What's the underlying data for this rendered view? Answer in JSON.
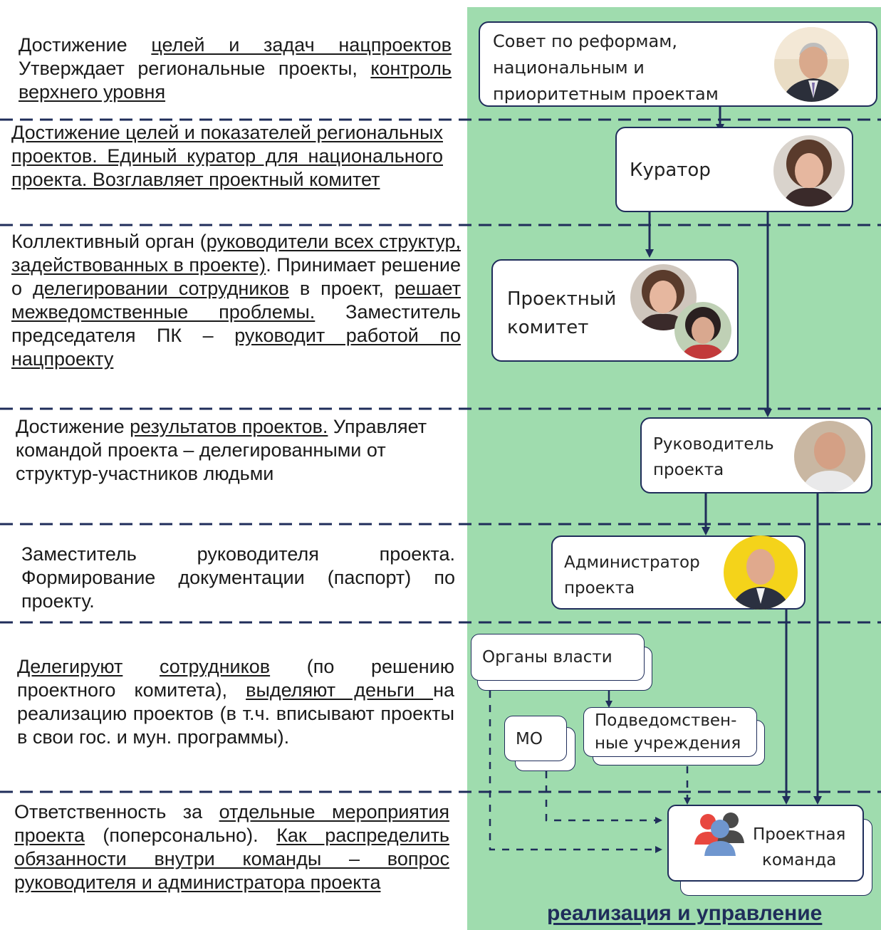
{
  "left_texts": [
    {
      "segments": [
        {
          "t": "Достижение "
        },
        {
          "t": "целей и задач нацпроектов",
          "u": true
        },
        {
          "t": " Утверждает региональные проекты, "
        },
        {
          "t": "контроль верхнего уровня",
          "u": true
        }
      ]
    },
    {
      "segments": [
        {
          "t": "Достижение целей и показателей региональных проектов. Единый куратор для национального проекта. Возглавляет проектный комитет",
          "u": true
        }
      ]
    },
    {
      "segments": [
        {
          "t": "Коллективный орган ("
        },
        {
          "t": "руководители всех структур, задействованных в проекте)",
          "u": true
        },
        {
          "t": ". Принимает решение о "
        },
        {
          "t": "делегировании сотрудников",
          "u": true
        },
        {
          "t": " в проект, "
        },
        {
          "t": "решает межведомственные проблемы.",
          "u": true
        },
        {
          "t": " Заместитель председателя ПК – "
        },
        {
          "t": "руководит работой по нацпроекту",
          "u": true
        }
      ]
    },
    {
      "segments": [
        {
          "t": "Достижение "
        },
        {
          "t": "результатов проектов.",
          "u": true
        },
        {
          "t": " Управляет командой проекта – делегированными от структур-участников людьми"
        }
      ]
    },
    {
      "segments": [
        {
          "t": "Заместитель руководителя проекта. Формирование документации (паспорт) по проекту."
        }
      ]
    },
    {
      "segments": [
        {
          "t": "Делегируют",
          "u": true
        },
        {
          "t": " "
        },
        {
          "t": "сотрудников",
          "u": true
        },
        {
          "t": " (по решению проектного комитета), "
        },
        {
          "t": "выделяют деньги ",
          "u": true
        },
        {
          "t": "на реализацию проектов (в т.ч. вписывают проекты в свои гос. и мун. программы)."
        }
      ]
    },
    {
      "segments": [
        {
          "t": "Ответственность за "
        },
        {
          "t": "отдельные мероприятия проекта",
          "u": true
        },
        {
          "t": " (поперсонально). "
        },
        {
          "t": "Как распределить обязанности внутри команды – вопрос руководителя и администратора проекта",
          "u": true
        }
      ]
    }
  ],
  "nodes": {
    "council": "Совет по реформам,\nнациональным и\nприоритетным проектам",
    "curator": "Куратор",
    "committee": "Проектный\nкомитет",
    "project_head": "Руководитель\nпроекта",
    "administrator": "Администратор\nпроекта",
    "authorities": "Органы власти",
    "mo": "МО",
    "subordinate": "Подведомствен-\nные учреждения",
    "team": "Проектная\nкоманда"
  },
  "footer": "реализация и управление",
  "colors": {
    "panel": "#9fdcae",
    "line": "#1f2d5a",
    "team_icon_red": "#e8473f",
    "team_icon_blue": "#6f96cf",
    "team_icon_dark": "#4a4a4a"
  },
  "icons": [
    "person-photo",
    "people-group-icon"
  ]
}
